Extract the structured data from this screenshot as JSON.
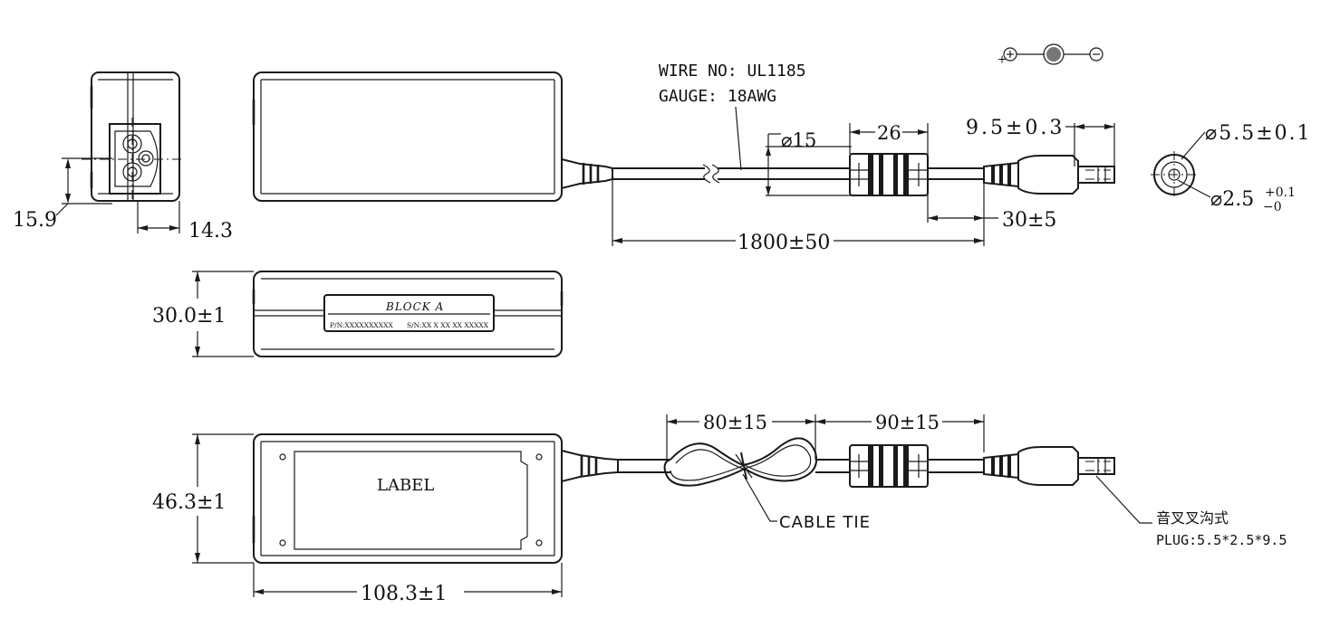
{
  "wire": {
    "no": "WIRE NO: UL1185",
    "gauge": "GAUGE:  18AWG"
  },
  "polarity": {
    "plus_symbol": "+",
    "minus_symbol": "−"
  },
  "dims": {
    "d15": "⌀15",
    "d26": "26",
    "d9_5": "9.5±0.3",
    "d5_5": "⌀5.5±0.1",
    "d2_5": "⌀2.5",
    "d2_5_tol_upper": "+0.1",
    "d2_5_tol_lower": "−0",
    "d15_9": "15.9",
    "d14_3": "14.3",
    "d30_5": "30±5",
    "d1800": "1800±50",
    "d30_0": "30.0±1",
    "d80": "80±15",
    "d90": "90±15",
    "d46_3": "46.3±1",
    "d108_3": "108.3±1"
  },
  "labels": {
    "block": "BLOCK A",
    "pn": "P/N:XXXXXXXXXX",
    "sn": "S/N:XX X XX XX  XXXXX",
    "label": "LABEL",
    "cable_tie": "CABLE TIE",
    "plug_cn": "音叉叉沟式",
    "plug": "PLUG:5.5*2.5*9.5"
  }
}
